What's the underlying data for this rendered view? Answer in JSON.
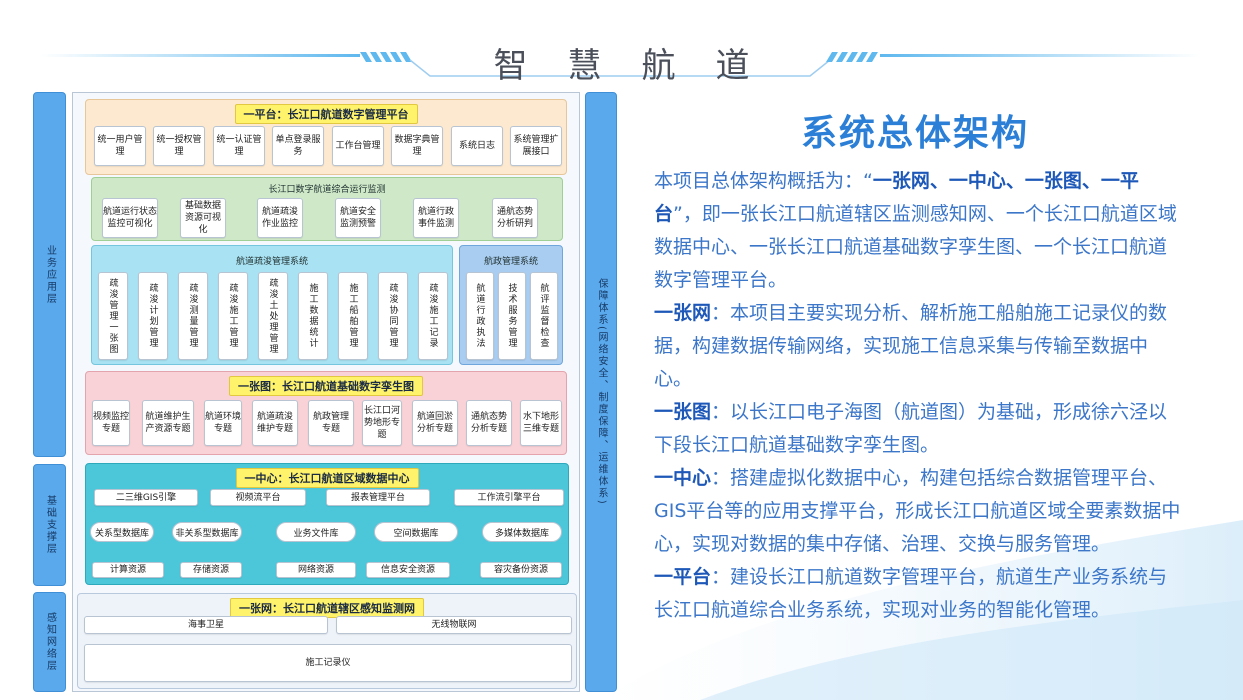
{
  "title": "智慧航道",
  "layers": {
    "app": "业务应用层",
    "base": "基础支撑层",
    "sense": "感知网络层",
    "guarantee": "保障体系(网络安全、制度保障、运维体系)"
  },
  "platform": {
    "title": "一平台：长江口航道数字管理平台",
    "items": [
      "统一用户管理",
      "统一授权管理",
      "统一认证管理",
      "单点登录服务",
      "工作台管理",
      "数据字典管理",
      "系统日志",
      "系统管理扩展接口"
    ]
  },
  "monitor": {
    "title": "长江口数字航道综合运行监测",
    "items": [
      "航道运行状态监控可视化",
      "基础数据资源可视化",
      "航道疏浚作业监控",
      "航道安全监测预警",
      "航道行政事件监测",
      "通航态势分析研判"
    ]
  },
  "dredge": {
    "title": "航道疏浚管理系统",
    "items": [
      "疏浚管理一张图",
      "疏浚计划管理",
      "疏浚测量管理",
      "疏浚施工管理",
      "疏浚土处理管理",
      "施工数据统计",
      "施工船舶管理",
      "疏浚协同管理",
      "疏浚施工记录"
    ]
  },
  "admin": {
    "title": "航政管理系统",
    "items": [
      "航道行政执法",
      "技术服务管理",
      "航评监督检查"
    ]
  },
  "twin": {
    "title": "一张图：长江口航道基础数字孪生图",
    "items": [
      "视频监控专题",
      "航道维护生产资源专题",
      "航道环境专题",
      "航道疏浚维护专题",
      "航政管理专题",
      "长江口河势地形专题",
      "航道回淤分析专题",
      "通航态势分析专题",
      "水下地形三维专题"
    ]
  },
  "center": {
    "title": "一中心：长江口航道区域数据中心",
    "row1": [
      "二三维GIS引擎",
      "视频流平台",
      "报表管理平台",
      "工作流引擎平台"
    ],
    "row2": [
      "关系型数据库",
      "非关系型数据库",
      "业务文件库",
      "空间数据库",
      "多媒体数据库"
    ],
    "row3": [
      "计算资源",
      "存储资源",
      "网络资源",
      "信息安全资源",
      "容灾备份资源"
    ]
  },
  "network": {
    "title": "一张网：长江口航道辖区感知监测网",
    "items": [
      "海事卫星",
      "无线物联网",
      "施工记录仪"
    ]
  },
  "right": {
    "heading": "系统总体架构",
    "p1_a": "本项目总体架构概括为：“",
    "p1_b": "一张网、一中心、一张图、一平台",
    "p1_c": "”，即一张长江口航道辖区监测感知网、一个长江口航道区域数据中心、一张长江口航道基础数字孪生图、一个长江口航道数字管理平台。",
    "p2_h": "一张网",
    "p2_t": "：本项目主要实现分析、解析施工船舶施工记录仪的数据，构建数据传输网络，实现施工信息采集与传输至数据中心。",
    "p3_h": "一张图",
    "p3_t": "：以长江口电子海图（航道图）为基础，形成徐六泾以下段长江口航道基础数字孪生图。",
    "p4_h": "一中心",
    "p4_t": "：搭建虚拟化数据中心，构建包括综合数据管理平台、GIS平台等的应用支撑平台，形成长江口航道区域全要素数据中心，实现对数据的集中存储、治理、交换与服务管理。",
    "p5_h": "一平台",
    "p5_t": "：建设长江口航道数字管理平台，航道生产业务系统与长江口航道综合业务系统，实现对业务的智能化管理。"
  },
  "colors": {
    "accent": "#2b7fd6",
    "platform_bg": "#fde9cf",
    "monitor_bg": "#cfe9c8",
    "dredge_bg": "#a9e2f2",
    "admin_bg": "#a9cdf0",
    "twin_bg": "#f8d2d7",
    "center_bg": "#4cc6d9",
    "network_bg": "#dbe7f6"
  }
}
